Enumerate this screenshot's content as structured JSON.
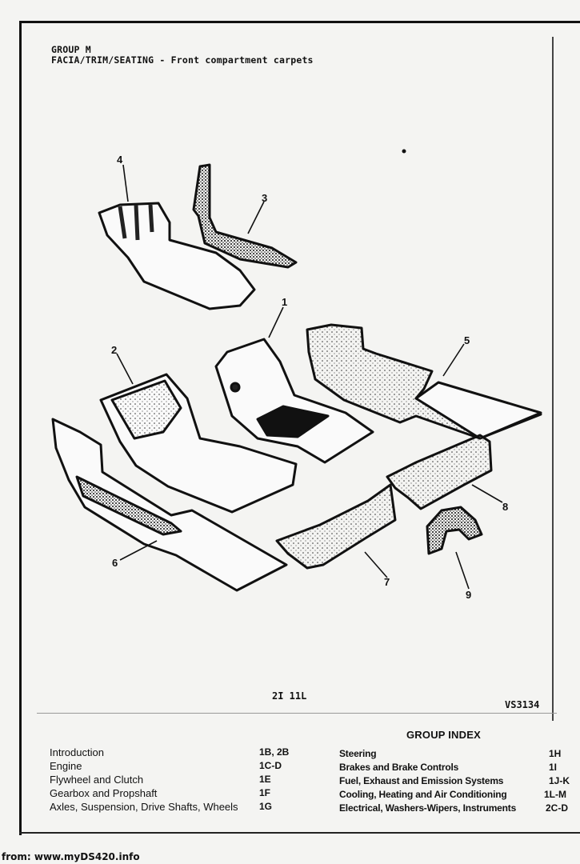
{
  "header": {
    "group": "GROUP M",
    "title": "FACIA/TRIM/SEATING - Front compartment carpets"
  },
  "figure": {
    "callouts": [
      "1",
      "2",
      "3",
      "4",
      "5",
      "6",
      "7",
      "8",
      "9"
    ],
    "code": "2I 11L",
    "ref": "VS3134"
  },
  "group_index": {
    "title": "GROUP INDEX",
    "left": [
      {
        "label": "Introduction",
        "code": "1B, 2B"
      },
      {
        "label": "Engine",
        "code": "1C-D"
      },
      {
        "label": "Flywheel and Clutch",
        "code": "1E"
      },
      {
        "label": "Gearbox and Propshaft",
        "code": "1F"
      },
      {
        "label": "Axles, Suspension, Drive Shafts, Wheels",
        "code": "1G"
      }
    ],
    "right": [
      {
        "label": "Steering",
        "code": "1H"
      },
      {
        "label": "Brakes and Brake Controls",
        "code": "1I"
      },
      {
        "label": "Fuel, Exhaust and Emission Systems",
        "code": "1J-K"
      },
      {
        "label": "Cooling, Heating and Air Conditioning",
        "code": "1L-M"
      },
      {
        "label": "Electrical, Washers-Wipers, Instruments",
        "code": "2C-D"
      }
    ]
  },
  "footer": {
    "source": "from: www.myDS420.info"
  }
}
